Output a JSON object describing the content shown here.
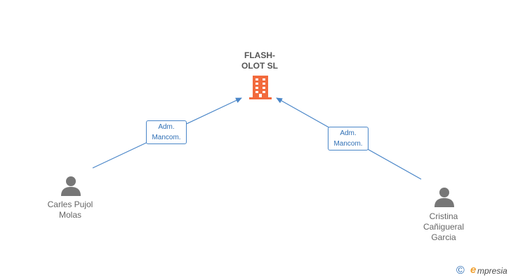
{
  "company": {
    "name": "FLASH-\nOLOT SL",
    "icon": "building-icon",
    "icon_color": "#f26a3d"
  },
  "persons": [
    {
      "name": "Carles Pujol\nMolas",
      "icon": "person-icon"
    },
    {
      "name": "Cristina\nCañigueral\nGarcia",
      "icon": "person-icon"
    }
  ],
  "relations": [
    {
      "role": "Adm.\nMancom.",
      "from": "Carles Pujol Molas",
      "to": "FLASH-OLOT SL"
    },
    {
      "role": "Adm.\nMancom.",
      "from": "Cristina Cañigueral Garcia",
      "to": "FLASH-OLOT SL"
    }
  ],
  "colors": {
    "edge": "#4a86c8",
    "person": "#777777"
  },
  "brand": {
    "copyright_symbol": "©",
    "e": "e",
    "name": "mpresia"
  }
}
